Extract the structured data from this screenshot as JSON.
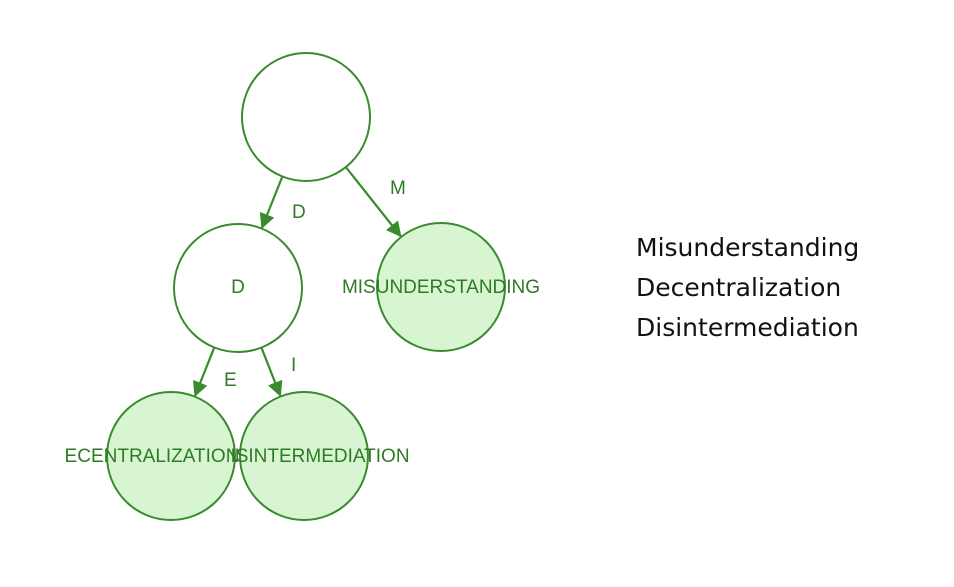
{
  "colors": {
    "stroke": "#3a8a2e",
    "leaf_fill": "#d6f5d0",
    "node_fill": "#ffffff",
    "text": "#2f7a24",
    "word_text": "#111111"
  },
  "tree": {
    "nodes": [
      {
        "id": "root",
        "label": "",
        "leaf": false
      },
      {
        "id": "d",
        "label": "D",
        "leaf": false
      },
      {
        "id": "misunderstanding",
        "label": "MISUNDERSTANDING",
        "leaf": true
      },
      {
        "id": "ecentralization",
        "label": "ECENTRALIZATION",
        "leaf": true
      },
      {
        "id": "intermediation",
        "label": "ISINTERMEDIATION",
        "leaf": true
      }
    ],
    "edges": [
      {
        "from": "root",
        "to": "d",
        "label": "D"
      },
      {
        "from": "root",
        "to": "misunderstanding",
        "label": "M"
      },
      {
        "from": "d",
        "to": "ecentralization",
        "label": "E"
      },
      {
        "from": "d",
        "to": "intermediation",
        "label": "I"
      }
    ]
  },
  "words": [
    "Misunderstanding",
    "Decentralization",
    "Disintermediation"
  ]
}
